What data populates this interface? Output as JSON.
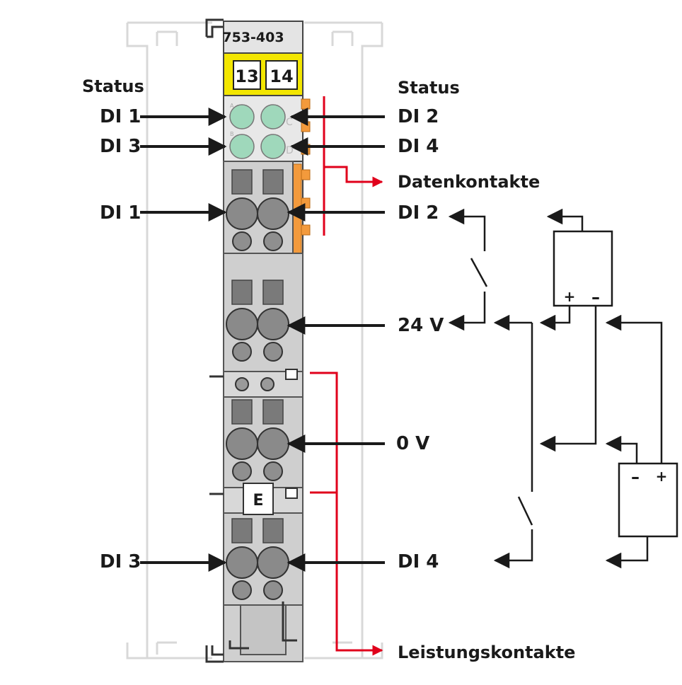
{
  "module": {
    "model": "753-403",
    "marker_left": "13",
    "marker_right": "14",
    "tag": "E",
    "led_labels": [
      "A",
      "B",
      "C",
      "D"
    ]
  },
  "labels": {
    "status_left": "Status",
    "status_right": "Status",
    "di1_led": "DI 1",
    "di3_led": "DI 3",
    "di2_led": "DI 2",
    "di4_led": "DI 4",
    "datenkontakte": "Datenkontakte",
    "di1_term": "DI 1",
    "di2_term": "DI 2",
    "v24": "24 V",
    "v0": "0 V",
    "di3_term": "DI 3",
    "di4_term": "DI 4",
    "leistungskontakte": "Leistungskontakte"
  },
  "sources": {
    "upper_plus": "+",
    "upper_minus": "–",
    "lower_minus": "–",
    "lower_plus": "+"
  },
  "colors": {
    "housing": "#d4d4d4",
    "housing_dark": "#b9b9b9",
    "marker_yellow": "#f3e600",
    "led_green": "#9fd8bb",
    "terminal_grey": "#8a8a8a",
    "orange_contact": "#f39a3c",
    "red_line": "#e0001b",
    "rail_outline": "#d8d8d8",
    "arrow_black": "#1a1a1a"
  }
}
